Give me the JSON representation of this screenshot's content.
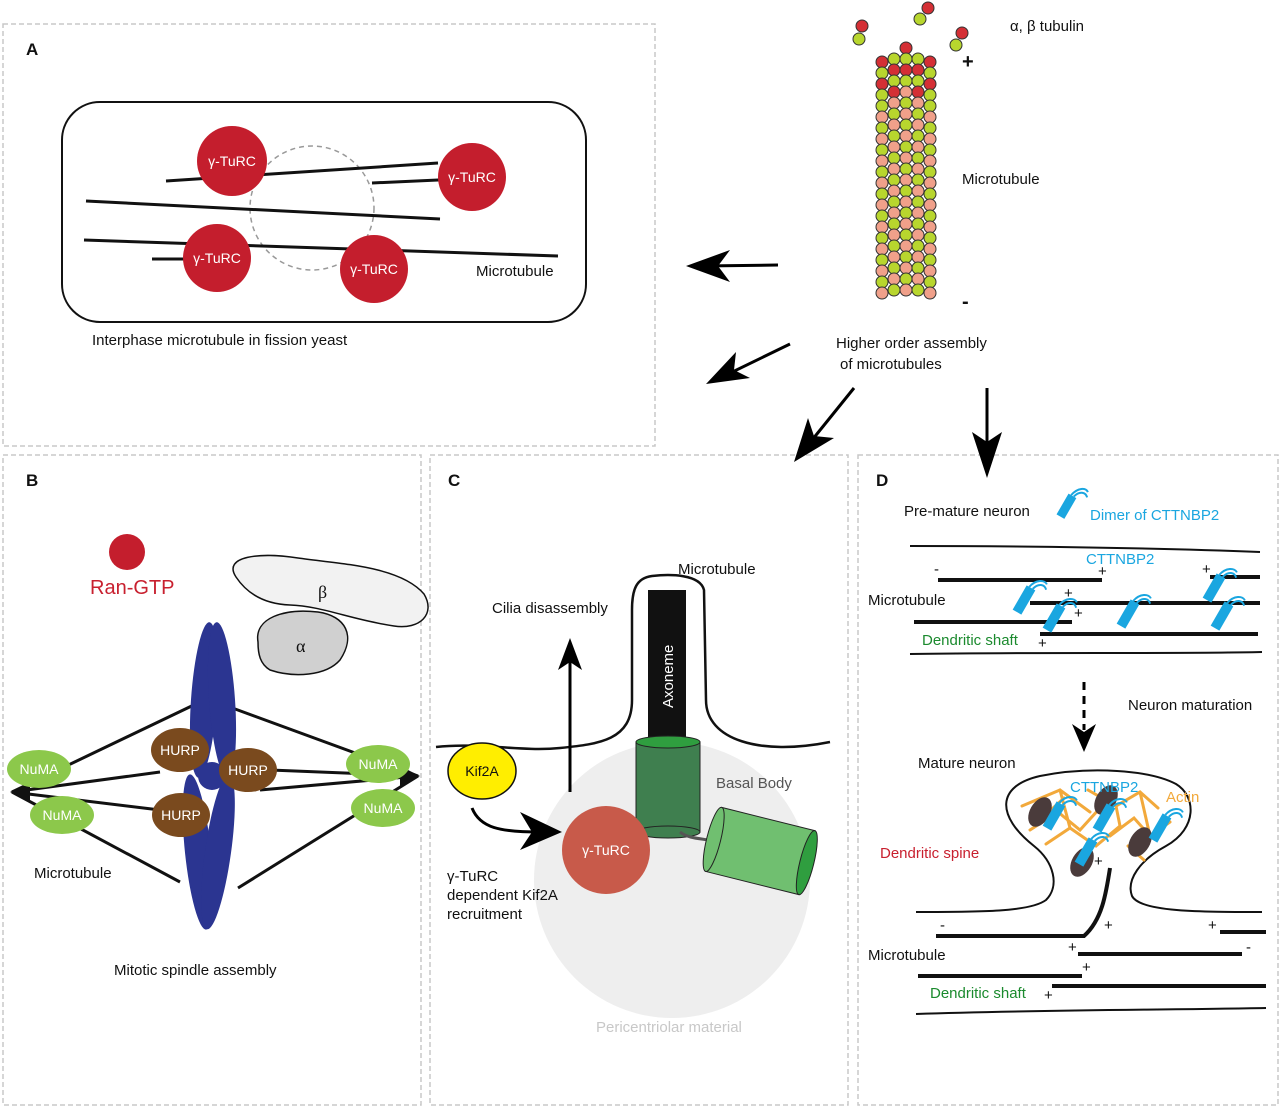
{
  "figure": {
    "top_right": {
      "tubulin_label": "α, β tubulin",
      "plus": "+",
      "minus": "-",
      "microtubule_label": "Microtubule",
      "assembly_line1": "Higher order assembly",
      "assembly_line2": "of microtubules"
    },
    "panel_a": {
      "letter": "A",
      "gamma_turc": "γ-TuRC",
      "microtubule": "Microtubule",
      "caption": "Interphase microtubule in fission yeast"
    },
    "panel_b": {
      "letter": "B",
      "ran_gtp": "Ran-GTP",
      "beta": "β",
      "alpha": "α",
      "numa": "NuMA",
      "hurp": "HURP",
      "microtubule": "Microtubule",
      "caption": "Mitotic spindle assembly"
    },
    "panel_c": {
      "letter": "C",
      "microtubule": "Microtubule",
      "cilia": "Cilia disassembly",
      "axoneme": "Axoneme",
      "kif2a": "Kif2A",
      "basal_body": "Basal Body",
      "gamma_turc": "γ-TuRC",
      "dep_line1": "γ-TuRC",
      "dep_line2": "dependent Kif2A",
      "dep_line3": "recruitment",
      "pcm": "Pericentriolar material"
    },
    "panel_d": {
      "letter": "D",
      "premature": "Pre-mature neuron",
      "dimer": "Dimer of CTTNBP2",
      "cttnbp2": "CTTNBP2",
      "microtubule": "Microtubule",
      "dendritic_shaft": "Dendritic shaft",
      "maturation": "Neuron maturation",
      "mature": "Mature neuron",
      "actin": "Actin",
      "spine": "Dendritic spine",
      "plus": "+",
      "minus": "-"
    },
    "colors": {
      "gamma_turc_red": "#c41e2d",
      "chromosome_blue": "#2b3591",
      "numa_green": "#8cc84b",
      "hurp_brown": "#7a4a1e",
      "kif2a_yellow": "#ffee00",
      "cttnbp2_cyan": "#1aa6e0",
      "actin_orange": "#f2a93b",
      "basal_body_green": "#3f7f4f",
      "tubulin_red": "#d42f35",
      "tubulin_green": "#b8d62e",
      "tubulin_salmon": "#f0a08a"
    }
  }
}
